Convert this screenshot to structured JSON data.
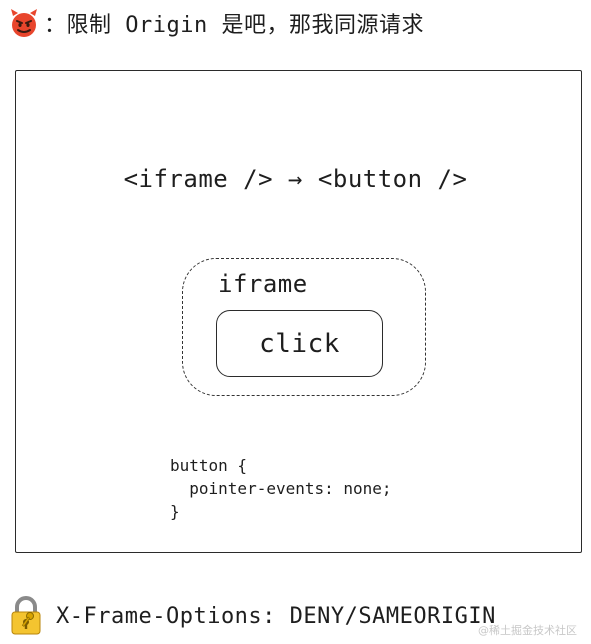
{
  "header": {
    "icon": "devil-face-icon",
    "text": "：限制 Origin 是吧，那我同源请求"
  },
  "diagram": {
    "title_line": "<iframe /> → <button />",
    "iframe_label": "iframe",
    "button_label": "click",
    "code_lines": [
      "button {",
      "  pointer-events: none;",
      "}"
    ]
  },
  "footer": {
    "icon": "lock-key-icon",
    "text": "X-Frame-Options: DENY/SAMEORIGIN"
  },
  "watermark": "@稀土掘金技术社区",
  "colors": {
    "ink": "#1e1e1e",
    "devil": "#e8452c",
    "lock": "#f4c430"
  }
}
